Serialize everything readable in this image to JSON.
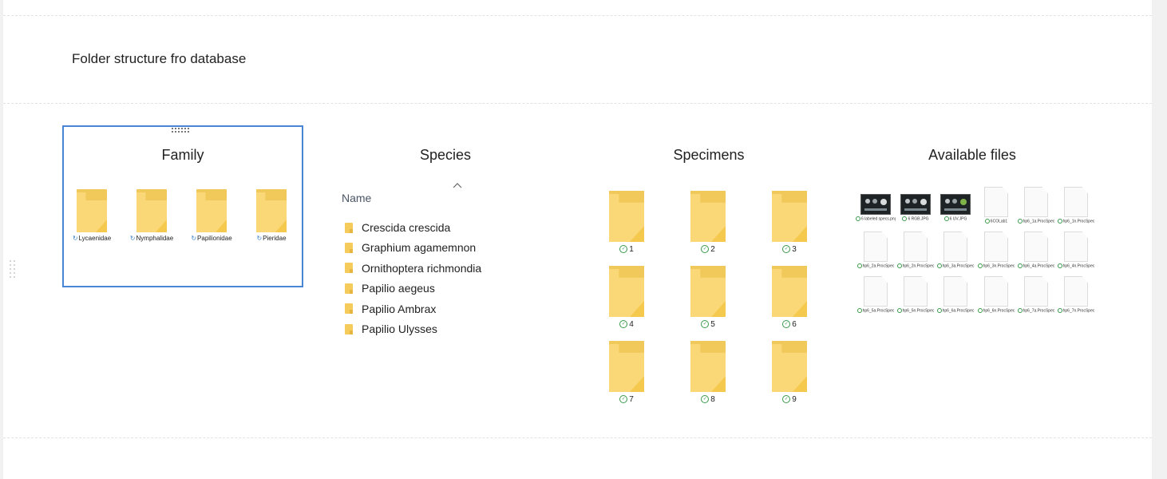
{
  "heading": "Folder structure fro database",
  "columns": {
    "family": "Family",
    "species": "Species",
    "specimens": "Specimens",
    "files": "Available files"
  },
  "family_items": [
    {
      "label": "Lycaenidae",
      "icon": "sync-icon"
    },
    {
      "label": "Nymphalidae",
      "icon": "sync-icon"
    },
    {
      "label": "Papilionidae",
      "icon": "sync-icon"
    },
    {
      "label": "Pieridae",
      "icon": "sync-icon"
    }
  ],
  "species": {
    "header": "Name",
    "sort_icon": "chevron-up-icon",
    "items": [
      "Crescida crescida",
      "Graphium agamemnon",
      "Ornithoptera richmondia",
      "Papilio aegeus",
      "Papilio Ambrax",
      "Papilio Ulysses"
    ]
  },
  "specimens": [
    "1",
    "2",
    "3",
    "4",
    "5",
    "6",
    "7",
    "8",
    "9"
  ],
  "files": [
    {
      "label": "6 labeled specs.png",
      "type": "image-dark"
    },
    {
      "label": "6 RGB.JPG",
      "type": "image-dark"
    },
    {
      "label": "6 UV.JPG",
      "type": "image-green"
    },
    {
      "label": "6COLab1",
      "type": "doc"
    },
    {
      "label": "hp6_1a.ProcSpec",
      "type": "doc"
    },
    {
      "label": "hp6_1n.ProcSpec",
      "type": "doc"
    },
    {
      "label": "hp6_2a.ProcSpec",
      "type": "doc"
    },
    {
      "label": "hp6_2n.ProcSpec",
      "type": "doc"
    },
    {
      "label": "hp6_3a.ProcSpec",
      "type": "doc"
    },
    {
      "label": "hp6_3n.ProcSpec",
      "type": "doc"
    },
    {
      "label": "hp6_4a.ProcSpec",
      "type": "doc"
    },
    {
      "label": "hp6_4n.ProcSpec",
      "type": "doc"
    },
    {
      "label": "hp6_5a.ProcSpec",
      "type": "doc"
    },
    {
      "label": "hp6_5n.ProcSpec",
      "type": "doc"
    },
    {
      "label": "hp6_6a.ProcSpec",
      "type": "doc"
    },
    {
      "label": "hp6_6n.ProcSpec",
      "type": "doc"
    },
    {
      "label": "hp6_7a.ProcSpec",
      "type": "doc"
    },
    {
      "label": "hp6_7n.ProcSpec",
      "type": "doc"
    }
  ],
  "colors": {
    "selection_border": "#4a86d6",
    "folder": "#fbd877",
    "sync": "#3b82c4",
    "check": "#3a9a4a"
  }
}
